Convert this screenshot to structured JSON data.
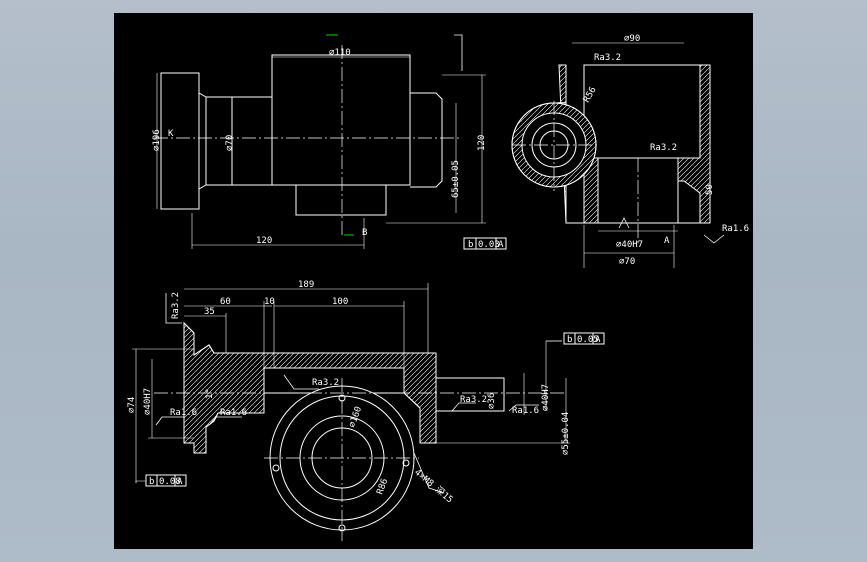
{
  "colors": {
    "background": "#b3bfcc",
    "sheet": "#000000",
    "line": "#ffffff",
    "accent": "#00cc00"
  },
  "labels": {
    "front": {
      "d110": "⌀110",
      "d196": "⌀196",
      "d70": "⌀70",
      "k": "K",
      "tol65": "65±0.05",
      "dim120v": "120",
      "dim120h": "120",
      "datumB": "B",
      "ftolB": "b",
      "ftolVal": "0.03",
      "ftolRef": "A"
    },
    "side": {
      "d90": "⌀90",
      "ra32a": "Ra3.2",
      "ra32b": "Ra3.2",
      "r56": "R56",
      "d40h7": "⌀40H7",
      "datumA": "A",
      "d70": "⌀70",
      "dim50": "50",
      "ra16": "Ra1.6"
    },
    "section": {
      "dim189": "189",
      "dim60": "60",
      "dim10": "10",
      "dim100": "100",
      "dim35": "35",
      "ra32top": "Ra3.2",
      "d74": "⌀74",
      "d40h7": "⌀40H7",
      "ra16a": "Ra1.6",
      "ra16b": "Ra1.6",
      "angle": "1°",
      "ra32mid": "Ra3.2",
      "ra32right": "Ra3.2",
      "d36": "⌀36",
      "ra16right": "Ra1.6",
      "d40h7r": "⌀40H7",
      "tol55": "⌀55±0.04",
      "d160": "⌀160",
      "r86": "R86",
      "holes": "4×M8 深15",
      "ftol1a": "b",
      "ftol1b": "0.05",
      "ftol1c": "A",
      "ftol2a": "b",
      "ftol2b": "0.08",
      "ftol2c": "A"
    }
  }
}
